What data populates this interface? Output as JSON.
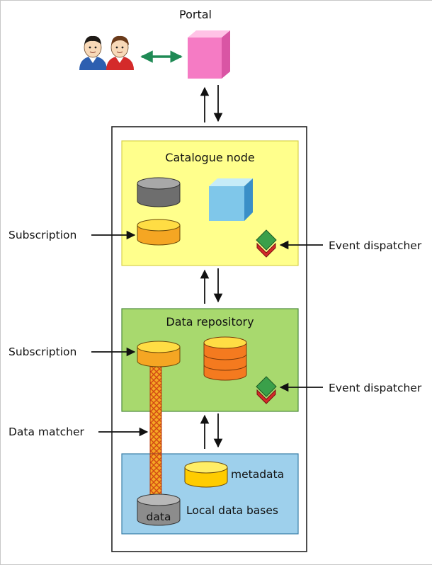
{
  "diagram": {
    "portal": {
      "label": "Portal",
      "color": "#f57bc4"
    },
    "catalogue_node": {
      "title": "Catalogue node",
      "color": "#ffff8c"
    },
    "data_repository": {
      "title": "Data repository",
      "color": "#a8d96e"
    },
    "local_data_bases": {
      "title": "Local data bases",
      "metadata_label": "metadata",
      "data_label": "data",
      "color": "#9ed0ec"
    },
    "callouts": {
      "subscription_top": "Subscription",
      "event_dispatcher_top": "Event dispatcher",
      "subscription_middle": "Subscription",
      "event_dispatcher_middle": "Event dispatcher",
      "data_matcher": "Data matcher"
    },
    "icons": {
      "users": "users-icon",
      "portal": "portal-cube-icon",
      "catalogue": "catalogue-cube-icon",
      "database": "database-icon",
      "event_dispatcher": "event-dispatcher-icon"
    }
  }
}
